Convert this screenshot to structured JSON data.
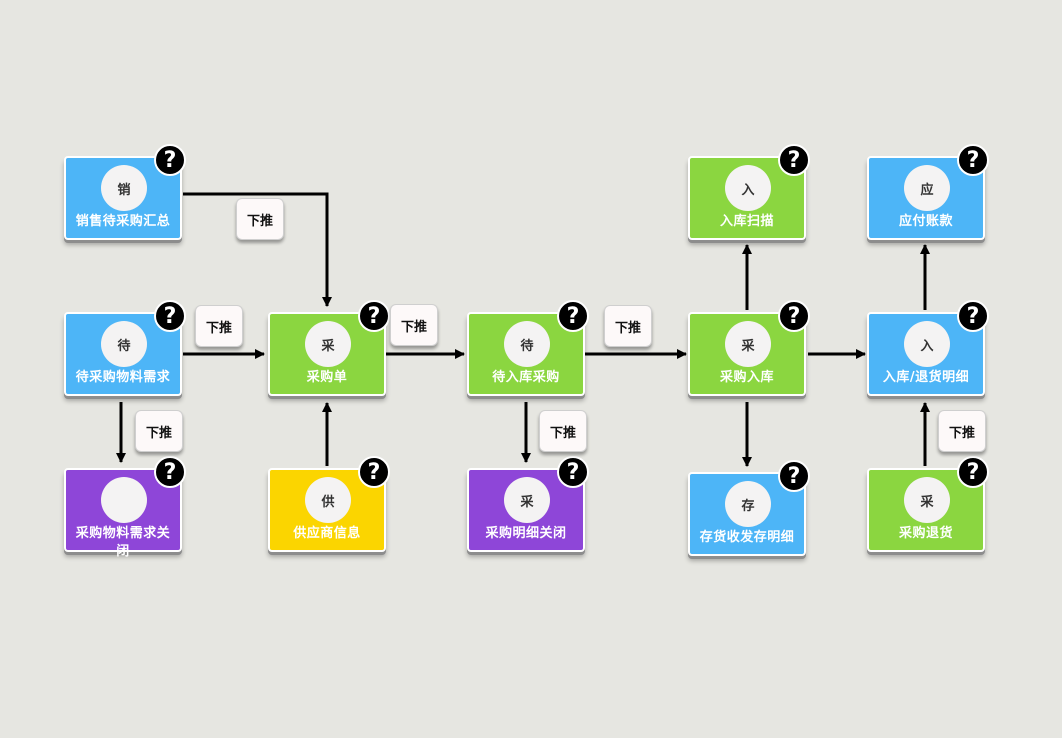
{
  "colors": {
    "blue": "#4db5f7",
    "green": "#8bd640",
    "purple": "#8e46d8",
    "yellow": "#fbd500"
  },
  "help_icon_text": "?",
  "push_label": "下推",
  "nodes": {
    "sales_summary": {
      "icon_char": "销",
      "label": "销售待采购汇总"
    },
    "pending_requirements": {
      "icon_char": "待",
      "label": "待采购物料需求"
    },
    "requirements_close": {
      "icon_char": "",
      "label": "采购物料需求关闭"
    },
    "purchase_order": {
      "icon_char": "采",
      "label": "采购单"
    },
    "supplier_info": {
      "icon_char": "供",
      "label": "供应商信息"
    },
    "pending_inbound": {
      "icon_char": "待",
      "label": "待入库采购"
    },
    "detail_close": {
      "icon_char": "采",
      "label": "采购明细关闭"
    },
    "inbound_scan": {
      "icon_char": "入",
      "label": "入库扫描"
    },
    "purchase_inbound": {
      "icon_char": "采",
      "label": "采购入库"
    },
    "inventory_detail": {
      "icon_char": "存",
      "label": "存货收发存明细"
    },
    "payable": {
      "icon_char": "应",
      "label": "应付账款"
    },
    "inbound_return_detail": {
      "icon_char": "入",
      "label": "入库/退货明细"
    },
    "purchase_return": {
      "icon_char": "采",
      "label": "采购退货"
    }
  }
}
